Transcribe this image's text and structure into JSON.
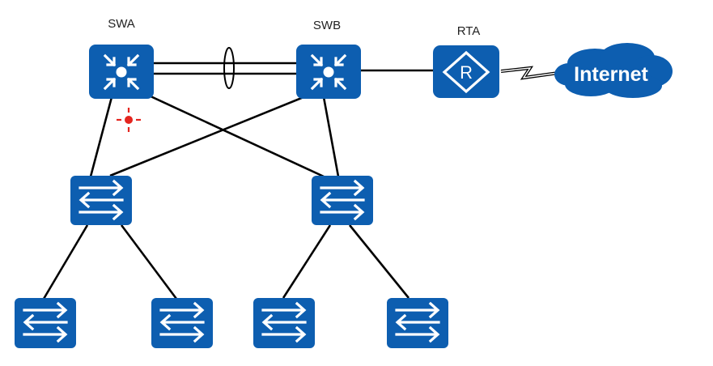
{
  "diagram": {
    "title": "",
    "colors": {
      "device": "#0d5eb0",
      "link": "#000000",
      "marker": "#e4251f",
      "icon_fg": "#ffffff"
    },
    "nodes": [
      {
        "id": "swa",
        "label": "SWA",
        "type": "core-switch",
        "icon": "layer3-switch-icon"
      },
      {
        "id": "swb",
        "label": "SWB",
        "type": "core-switch",
        "icon": "layer3-switch-icon"
      },
      {
        "id": "rta",
        "label": "RTA",
        "type": "router",
        "icon": "router-icon"
      },
      {
        "id": "internet",
        "label": "Internet",
        "type": "cloud",
        "icon": "cloud-icon"
      },
      {
        "id": "agg1",
        "label": "",
        "type": "switch",
        "icon": "switch-icon"
      },
      {
        "id": "agg2",
        "label": "",
        "type": "switch",
        "icon": "switch-icon"
      },
      {
        "id": "acc1",
        "label": "",
        "type": "switch",
        "icon": "switch-icon"
      },
      {
        "id": "acc2",
        "label": "",
        "type": "switch",
        "icon": "switch-icon"
      },
      {
        "id": "acc3",
        "label": "",
        "type": "switch",
        "icon": "switch-icon"
      },
      {
        "id": "acc4",
        "label": "",
        "type": "switch",
        "icon": "switch-icon"
      }
    ],
    "links": [
      {
        "from": "swa",
        "to": "swb",
        "kind": "eth-trunk",
        "count": 2
      },
      {
        "from": "swb",
        "to": "rta",
        "kind": "ethernet"
      },
      {
        "from": "rta",
        "to": "internet",
        "kind": "serial"
      },
      {
        "from": "swa",
        "to": "agg1",
        "kind": "ethernet"
      },
      {
        "from": "swa",
        "to": "agg2",
        "kind": "ethernet"
      },
      {
        "from": "swb",
        "to": "agg1",
        "kind": "ethernet"
      },
      {
        "from": "swb",
        "to": "agg2",
        "kind": "ethernet"
      },
      {
        "from": "agg1",
        "to": "acc1",
        "kind": "ethernet"
      },
      {
        "from": "agg1",
        "to": "acc2",
        "kind": "ethernet"
      },
      {
        "from": "agg2",
        "to": "acc3",
        "kind": "ethernet"
      },
      {
        "from": "agg2",
        "to": "acc4",
        "kind": "ethernet"
      }
    ],
    "annotations": [
      {
        "type": "link-aggregation-ellipse",
        "on": "swa-swb"
      },
      {
        "type": "cursor-marker",
        "near": "swa"
      }
    ]
  }
}
